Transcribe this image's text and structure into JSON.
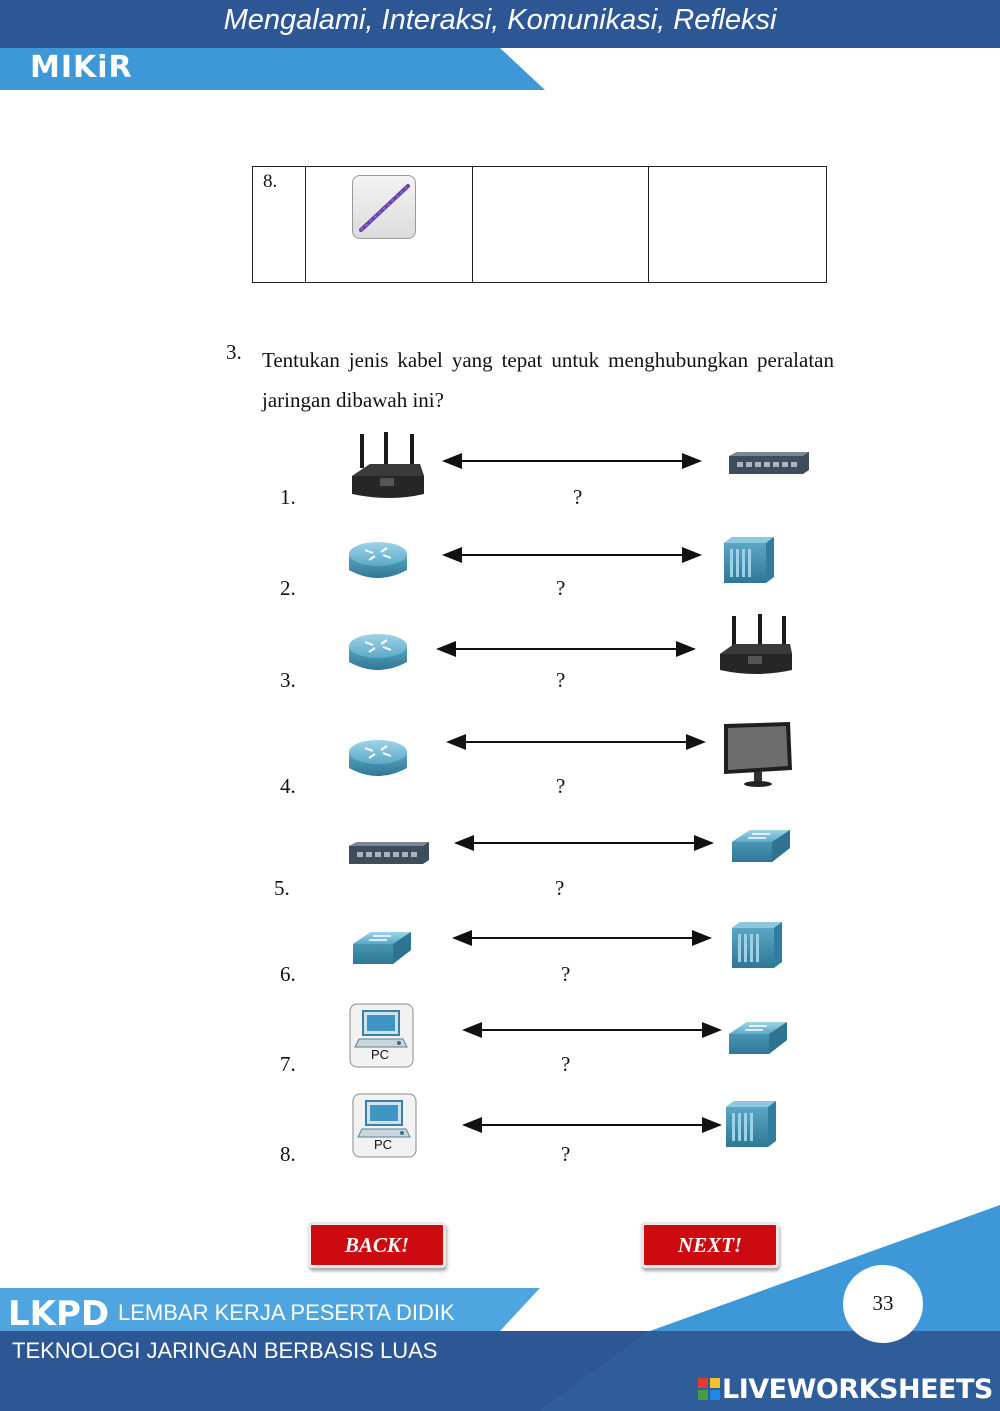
{
  "header": {
    "title": "Mengalami, Interaksi, Komunikasi, Refleksi",
    "tab_label": "MIKiR"
  },
  "table_row": {
    "number": "8."
  },
  "question": {
    "number": "3.",
    "text": "Tentukan jenis kabel yang tepat untuk menghubungkan peralatan jaringan dibawah ini?"
  },
  "pairs": [
    {
      "number": "1.",
      "answer": "?",
      "left_icon": "wireless-router-icon",
      "right_icon": "switch-hardware-icon"
    },
    {
      "number": "2.",
      "answer": "?",
      "left_icon": "router-icon",
      "right_icon": "server-icon"
    },
    {
      "number": "3.",
      "answer": "?",
      "left_icon": "router-icon",
      "right_icon": "wireless-router-icon"
    },
    {
      "number": "4.",
      "answer": "?",
      "left_icon": "router-icon",
      "right_icon": "monitor-icon"
    },
    {
      "number": "5.",
      "answer": "?",
      "left_icon": "switch-hardware-icon",
      "right_icon": "switch-icon"
    },
    {
      "number": "6.",
      "answer": "?",
      "left_icon": "switch-icon",
      "right_icon": "server-icon"
    },
    {
      "number": "7.",
      "answer": "?",
      "left_icon": "pc-icon",
      "right_icon": "switch-icon"
    },
    {
      "number": "8.",
      "answer": "?",
      "left_icon": "pc-icon",
      "right_icon": "server-icon"
    }
  ],
  "pc_label": "PC",
  "buttons": {
    "back": "BACK!",
    "next": "NEXT!"
  },
  "footer": {
    "lkpd": "LKPD",
    "lkpd_subtitle": "LEMBAR KERJA PESERTA DIDIK",
    "subtitle": "TEKNOLOGI JARINGAN BERBASIS LUAS",
    "page_number": "33",
    "brand": "LIVEWORKSHEETS"
  },
  "colors": {
    "header_blue": "#2c5794",
    "tab_blue": "#3e97d6",
    "button_red": "#cc0a10",
    "device_teal": "#4f9bbd"
  }
}
